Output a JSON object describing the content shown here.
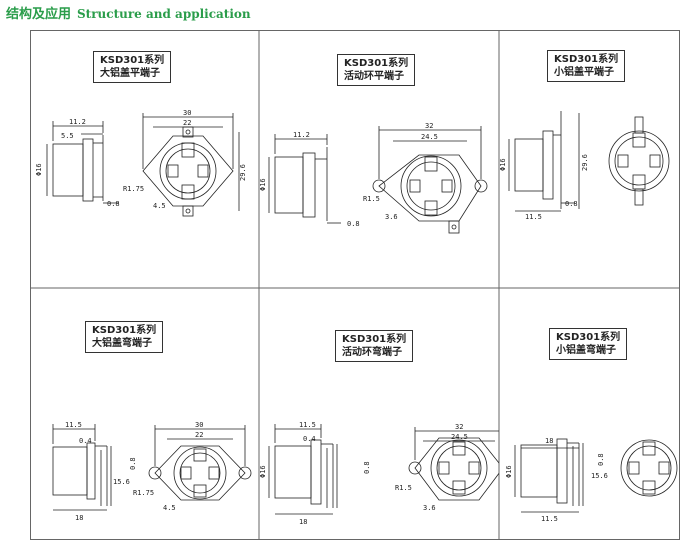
{
  "heading": {
    "zh": "结构及应用",
    "en": "Structure and application"
  },
  "cells": [
    {
      "series": "KSD301系列",
      "name": "大铝盖平端子",
      "dims": {
        "d1": "11.2",
        "d2": "5.5",
        "phi": "Φ16",
        "t": "0.8",
        "w1": "30",
        "w2": "22",
        "h": "29.6",
        "r": "R1.75",
        "hole": "4.5"
      }
    },
    {
      "series": "KSD301系列",
      "name": "活动环平端子",
      "dims": {
        "d1": "11.2",
        "phi": "Φ16",
        "t": "0.8",
        "w1": "32",
        "w2": "24.5",
        "r": "R1.5",
        "hole": "3.6"
      }
    },
    {
      "series": "KSD301系列",
      "name": "小铝盖平端子",
      "dims": {
        "phi": "Φ16",
        "h": "29.6",
        "t": "0.8",
        "d1": "11.5"
      }
    },
    {
      "series": "KSD301系列",
      "name": "大铝盖弯端子",
      "dims": {
        "d1": "11.5",
        "d2": "0.4",
        "t": "0.8",
        "h": "15.6",
        "d3": "18",
        "w1": "30",
        "w2": "22",
        "r": "R1.75",
        "hole": "4.5"
      }
    },
    {
      "series": "KSD301系列",
      "name": "活动环弯端子",
      "dims": {
        "d1": "11.5",
        "d2": "0.4",
        "phi": "Φ16",
        "t": "0.8",
        "d3": "18",
        "w1": "32",
        "w2": "24.5",
        "r": "R1.5",
        "hole": "3.6"
      }
    },
    {
      "series": "KSD301系列",
      "name": "小铝盖弯端子",
      "dims": {
        "d3": "18",
        "phi": "Φ16",
        "t": "0.8",
        "h": "15.6",
        "d1": "11.5"
      }
    }
  ]
}
